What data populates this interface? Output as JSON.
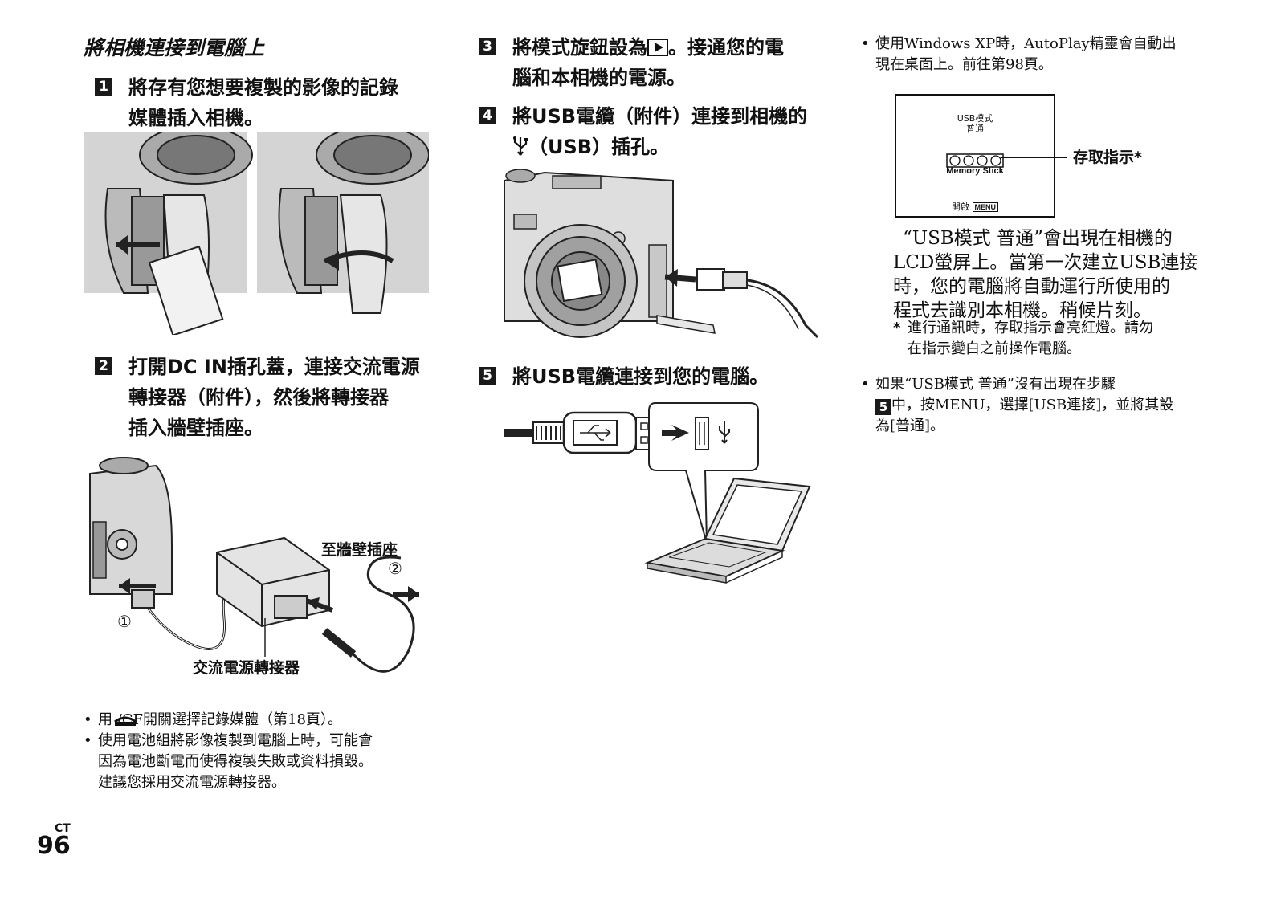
{
  "left": {
    "title": "將相機連接到電腦上",
    "step1": {
      "num": "1",
      "text_l1": "將存有您想要複製的影像的記錄",
      "text_l2": "媒體插入相機。"
    },
    "step2": {
      "num": "2",
      "text_l1": "打開DC IN插孔蓋，連接交流電源",
      "text_l2": "轉接器（附件），然後將轉接器",
      "text_l3": "插入牆壁插座。"
    },
    "fig_labels": {
      "to_wall": "至牆壁插座",
      "circle2": "②",
      "circle1": "①",
      "adapter": "交流電源轉接器"
    },
    "bullet1": "用   /CF開關選擇記錄媒體（第18頁）。",
    "bullet2_l1": "使用電池組將影像複製到電腦上時，可能會",
    "bullet2_l2": "因為電池斷電而使得複製失敗或資料損毀。",
    "bullet2_l3": "建議您採用交流電源轉接器。"
  },
  "middle": {
    "step3": {
      "num": "3",
      "text_l1": "將模式旋鈕設為",
      "text_l1b": "。接通您的電",
      "text_l2": "腦和本相機的電源。"
    },
    "step4": {
      "num": "4",
      "text_l1": "將USB電纜（附件）連接到相機的",
      "text_l2": "（USB）插孔。"
    },
    "step5": {
      "num": "5",
      "text_l1": "將USB電纜連接到您的電腦。"
    }
  },
  "right": {
    "bullet1_l1": "使用Windows XP時，AutoPlay精靈會自動出",
    "bullet1_l2": "現在桌面上。前往第98頁。",
    "screen": {
      "line1": "USB模式",
      "line2": "普通",
      "memory": "Memory Stick",
      "open": "開啟",
      "menu": "MENU"
    },
    "access_label": "存取指示*",
    "para_l1": "“USB模式 普通”會出現在相機的",
    "para_l2": "LCD螢屏上。當第一次建立USB連接",
    "para_l3": "時，您的電腦將自動運行所使用的",
    "para_l4": "程式去識別本相機。稍候片刻。",
    "note_star": "*",
    "note_l1": "進行通訊時，存取指示會亮紅燈。請勿",
    "note_l2": "在指示變白之前操作電腦。",
    "bullet2_l1": "如果“USB模式 普通”沒有出現在步驟",
    "bullet2_num": "5",
    "bullet2_l2": "中，按MENU，選擇[USB連接]，並將其設",
    "bullet2_l3": "為[普通]。"
  },
  "footer": {
    "ct": "CT",
    "page": "96"
  }
}
